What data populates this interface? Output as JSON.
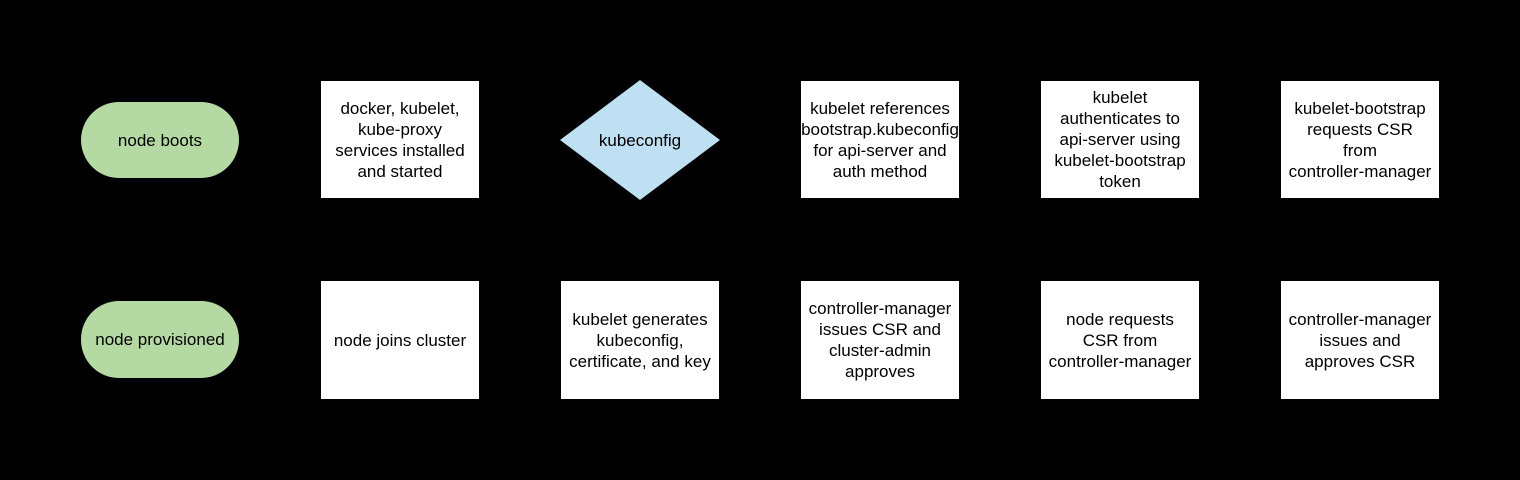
{
  "diagram": {
    "background": "#000000",
    "colors": {
      "terminator_fill": "#b5d9a2",
      "decision_fill": "#bfdff2",
      "process_fill": "#ffffff",
      "text": "#000000"
    },
    "rows": [
      {
        "name": "top",
        "nodes": [
          {
            "type": "terminator",
            "label": "node boots"
          },
          {
            "type": "process",
            "label": "docker, kubelet,\nkube-proxy\nservices installed\nand started"
          },
          {
            "type": "decision",
            "label": "kubeconfig"
          },
          {
            "type": "process",
            "label": "kubelet references\nbootstrap.kubeconfig\nfor api-server and\nauth method"
          },
          {
            "type": "process",
            "label": "kubelet\nauthenticates to\napi-server using\nkubelet-bootstrap\ntoken"
          },
          {
            "type": "process",
            "label": "kubelet-bootstrap\nrequests CSR\nfrom\ncontroller-manager"
          }
        ]
      },
      {
        "name": "bottom",
        "nodes": [
          {
            "type": "terminator",
            "label": "node provisioned"
          },
          {
            "type": "process",
            "label": "node joins cluster"
          },
          {
            "type": "process",
            "label": "kubelet generates\nkubeconfig,\ncertificate, and key"
          },
          {
            "type": "process",
            "label": "controller-manager\nissues CSR and\ncluster-admin\napproves"
          },
          {
            "type": "process",
            "label": "node requests\nCSR from\ncontroller-manager"
          },
          {
            "type": "process",
            "label": "controller-manager\nissues and\napproves CSR"
          }
        ]
      }
    ]
  }
}
